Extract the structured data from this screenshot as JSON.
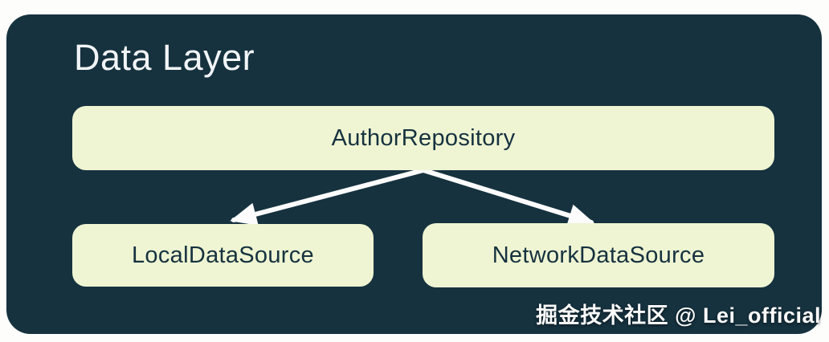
{
  "diagram": {
    "title": "Data Layer",
    "nodes": {
      "repository": {
        "label": "AuthorRepository"
      },
      "local": {
        "label": "LocalDataSource"
      },
      "network": {
        "label": "NetworkDataSource"
      }
    },
    "edges": [
      {
        "from": "AuthorRepository",
        "to": "LocalDataSource"
      },
      {
        "from": "AuthorRepository",
        "to": "NetworkDataSource"
      }
    ],
    "colors": {
      "container_background": "#16323f",
      "node_fill": "#eff5d3",
      "node_text": "#16323f",
      "title_text": "#f2f5f7",
      "arrow": "#fcfcfc",
      "page_background": "#fdfdfb"
    }
  },
  "watermark": {
    "text": "掘金技术社区 @ Lei_official"
  }
}
